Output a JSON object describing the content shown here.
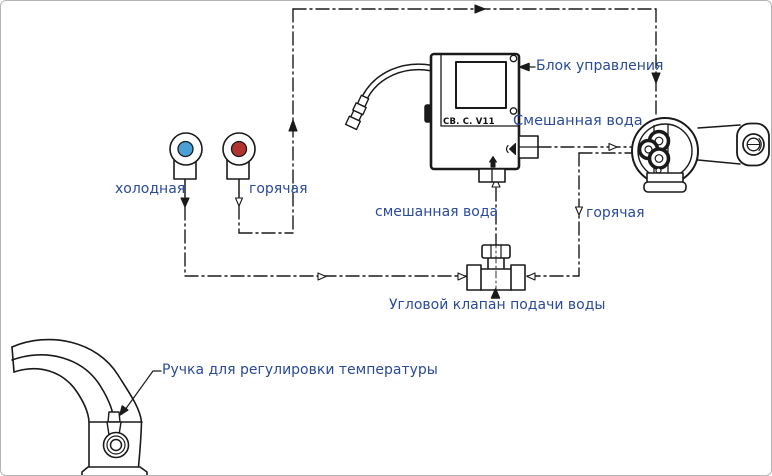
{
  "labels": {
    "cold_supply": "холодная",
    "hot_supply": "горячая",
    "control_unit": "Блок управления",
    "control_unit_model": "CB. C. V11",
    "mixed_water_to_mixer": "Смешанная вода",
    "mixed_water_to_control": "смешанная вода",
    "hot_to_valve": "горячая",
    "angle_valve": "Угловой клапан подачи воды",
    "temperature_handle": "Ручка для регулировки температуры"
  },
  "colors": {
    "label_text": "#2a4a9a",
    "cold_indicator": "#4aa0d5",
    "hot_indicator": "#b23430",
    "line": "#1a1a1a"
  }
}
